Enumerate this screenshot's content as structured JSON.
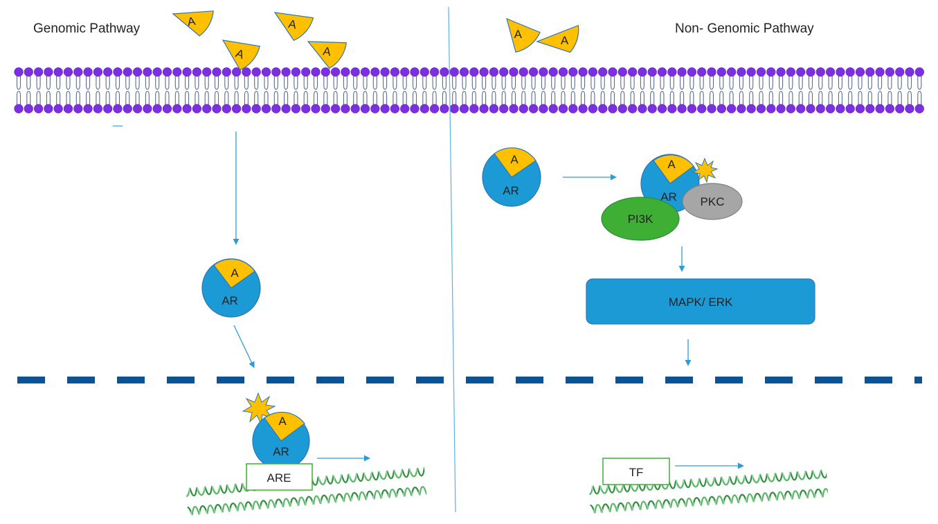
{
  "titles": {
    "genomic": "Genomic Pathway",
    "non_genomic": "Non- Genomic Pathway"
  },
  "labels": {
    "androgen": "A",
    "receptor": "AR",
    "pi3k": "PI3K",
    "pkc": "PKC",
    "mapk": "MAPK/ ERK",
    "are": "ARE",
    "tf": "TF"
  },
  "colors": {
    "androgen": "#FFC000",
    "receptor": "#1C9AD6",
    "pi3k": "#3FAE34",
    "pkc": "#A6A6A6",
    "mapk": "#1C9AD6",
    "membrane_head": "#7B2FE0",
    "nuclear_envelope": "#0B5394",
    "arrow": "#2E9BD6",
    "dna": "#2E8B3E",
    "box_border": "#3FAE34"
  },
  "icons": {
    "activation": "starburst-icon",
    "androgen": "wedge-shape",
    "membrane": "phospholipid-bilayer"
  }
}
